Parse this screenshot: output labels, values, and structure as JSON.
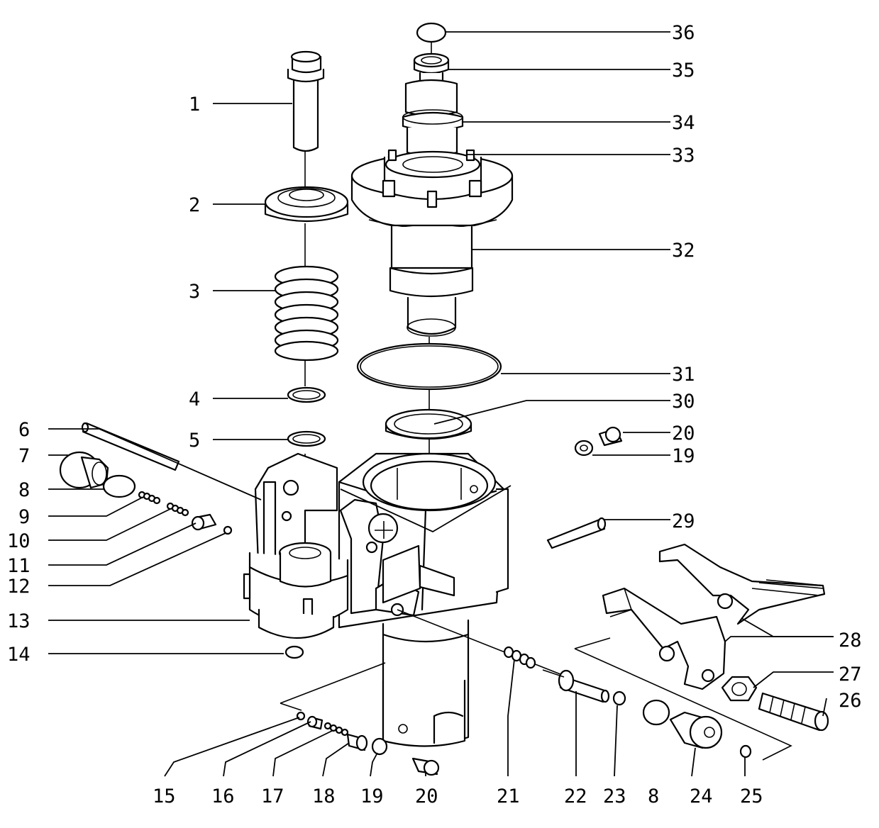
{
  "diagram": {
    "callouts": [
      {
        "id": "c1",
        "label": "1"
      },
      {
        "id": "c2",
        "label": "2"
      },
      {
        "id": "c3",
        "label": "3"
      },
      {
        "id": "c4",
        "label": "4"
      },
      {
        "id": "c5",
        "label": "5"
      },
      {
        "id": "c6",
        "label": "6"
      },
      {
        "id": "c7",
        "label": "7"
      },
      {
        "id": "c8a",
        "label": "8"
      },
      {
        "id": "c9",
        "label": "9"
      },
      {
        "id": "c10",
        "label": "10"
      },
      {
        "id": "c11",
        "label": "11"
      },
      {
        "id": "c12",
        "label": "12"
      },
      {
        "id": "c13",
        "label": "13"
      },
      {
        "id": "c14",
        "label": "14"
      },
      {
        "id": "c15",
        "label": "15"
      },
      {
        "id": "c16",
        "label": "16"
      },
      {
        "id": "c17",
        "label": "17"
      },
      {
        "id": "c18",
        "label": "18"
      },
      {
        "id": "c19b",
        "label": "19"
      },
      {
        "id": "c20b",
        "label": "20"
      },
      {
        "id": "c21",
        "label": "21"
      },
      {
        "id": "c22",
        "label": "22"
      },
      {
        "id": "c23",
        "label": "23"
      },
      {
        "id": "c8b",
        "label": "8"
      },
      {
        "id": "c24",
        "label": "24"
      },
      {
        "id": "c25",
        "label": "25"
      },
      {
        "id": "c26",
        "label": "26"
      },
      {
        "id": "c27",
        "label": "27"
      },
      {
        "id": "c28",
        "label": "28"
      },
      {
        "id": "c29",
        "label": "29"
      },
      {
        "id": "c19a",
        "label": "19"
      },
      {
        "id": "c20a",
        "label": "20"
      },
      {
        "id": "c30",
        "label": "30"
      },
      {
        "id": "c31",
        "label": "31"
      },
      {
        "id": "c32",
        "label": "32"
      },
      {
        "id": "c33",
        "label": "33"
      },
      {
        "id": "c34",
        "label": "34"
      },
      {
        "id": "c35",
        "label": "35"
      },
      {
        "id": "c36",
        "label": "36"
      }
    ]
  }
}
